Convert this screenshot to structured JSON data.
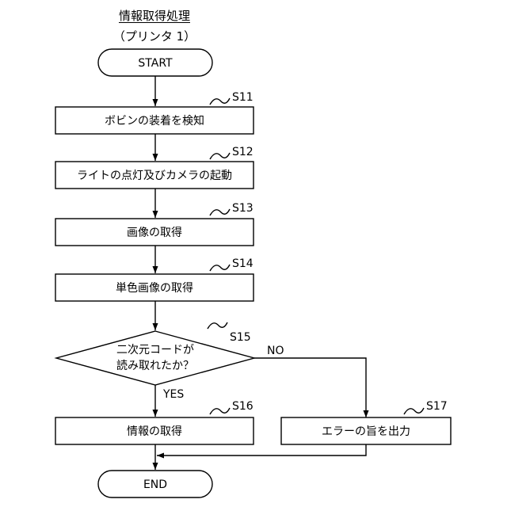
{
  "title": "情報取得処理",
  "subtitle": "（プリンタ 1）",
  "start": "START",
  "end": "END",
  "steps": {
    "s11": {
      "id": "S11",
      "label": "ボビンの装着を検知"
    },
    "s12": {
      "id": "S12",
      "label": "ライトの点灯及びカメラの起動"
    },
    "s13": {
      "id": "S13",
      "label": "画像の取得"
    },
    "s14": {
      "id": "S14",
      "label": "単色画像の取得"
    },
    "s15": {
      "id": "S15",
      "line1": "二次元コードが",
      "line2": "読み取れたか？"
    },
    "s16": {
      "id": "S16",
      "label": "情報の取得"
    },
    "s17": {
      "id": "S17",
      "label": "エラーの旨を出力"
    }
  },
  "branches": {
    "yes": "YES",
    "no": "NO"
  }
}
